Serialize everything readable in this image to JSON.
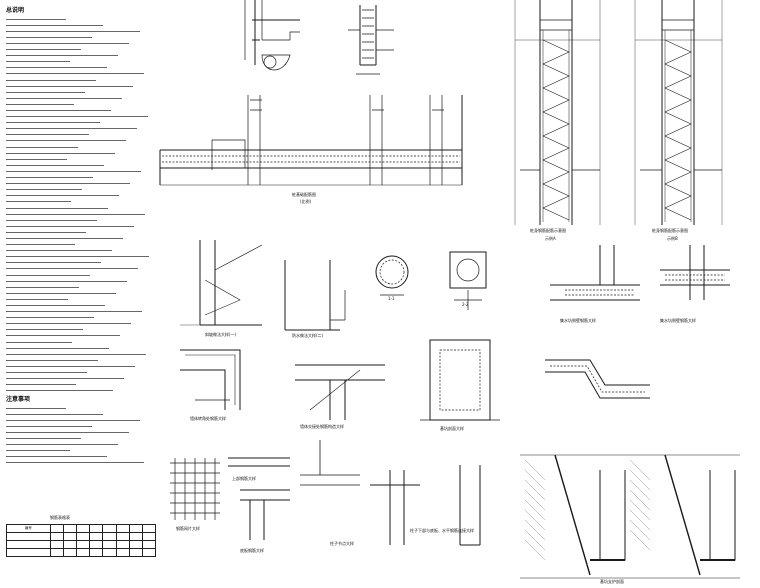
{
  "sheet": {
    "notes_heading": "总说明",
    "notes2_heading": "注意事项",
    "table": {
      "title": "钢筋表格表",
      "headers": [
        "编号",
        "",
        "",
        "",
        "",
        "",
        "",
        "",
        ""
      ],
      "rows": [
        [
          "",
          "",
          "",
          "",
          "",
          "",
          "",
          "",
          ""
        ],
        [
          "",
          "",
          "",
          "",
          "",
          "",
          "",
          "",
          ""
        ],
        [
          "",
          "",
          "",
          "",
          "",
          "",
          "",
          "",
          ""
        ]
      ]
    },
    "details": {
      "d_top_left": "",
      "d_top_small": "",
      "d_wall_long": "桩基础配筋图",
      "d_wall_long_sub": "(比例)",
      "d_pile_1": "桩身钢筋配筋示意图",
      "d_pile_1_sub": "示例A",
      "d_pile_2": "桩身钢筋配筋示意图",
      "d_pile_2_sub": "示例B",
      "d_slope_1": "斜坡做法大样(一)",
      "d_slope_2": "防水做法大样(二)",
      "d_section_1": "1-1",
      "d_section_2": "2-2",
      "d_corner_1": "墙体转角处钢筋大样",
      "d_corner_2": "墙体交接处钢筋构造大样",
      "d_pit": "基坑剖面大样",
      "d_beam_right": "集水坑侧壁钢筋大样",
      "d_beam_right2": "集水坑侧壁钢筋大样",
      "d_grid": "钢筋网片大样",
      "d_small_1": "上部钢筋大样",
      "d_small_2": "底板钢筋大样",
      "d_col": "柱子节点大样",
      "d_embed": "柱子下部与底板、水平钢筋连接大样",
      "d_trench": "",
      "d_trench_caption": "基坑支护剖面"
    }
  }
}
